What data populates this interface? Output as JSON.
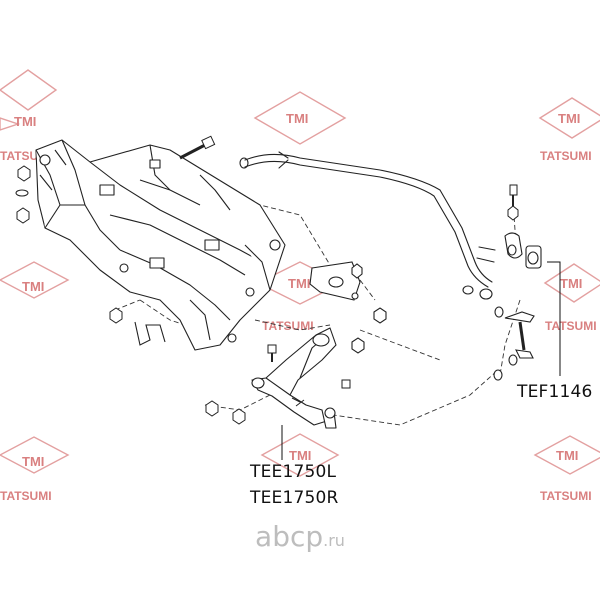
{
  "watermark": {
    "logo_text": "TMI",
    "name_text": "TATSUMI",
    "color": "#d98080"
  },
  "parts": {
    "stabilizer_bushing": "TEF1146",
    "lower_arm_left": "TEE1750L",
    "lower_arm_right": "TEE1750R"
  },
  "brand": {
    "name": "abcp",
    "tld": ".ru",
    "color": "#bdbdbd"
  },
  "colors": {
    "line": "#222222",
    "dash": "#333333"
  }
}
